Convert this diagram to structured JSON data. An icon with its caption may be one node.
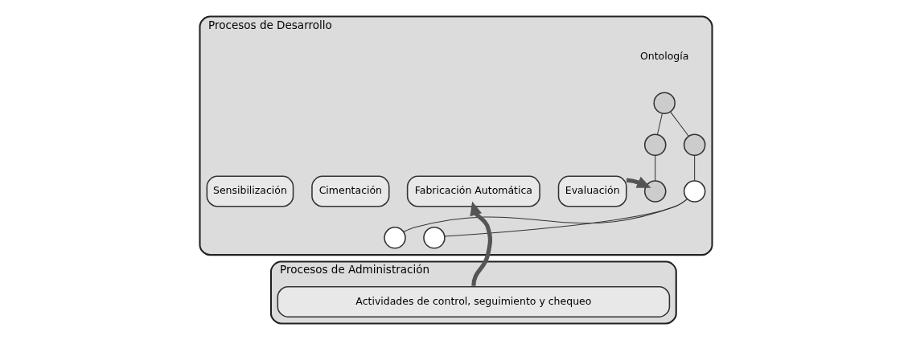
{
  "diagram": {
    "nodes": [
      {
        "text": [
          "Procesos de Desarrollo"
        ]
      },
      {
        "text": [
          "Sensibilización"
        ],
        "in": 0
      },
      {
        "text": [
          "Cimentación"
        ],
        "in": 0
      },
      {
        "text": [
          "Fabricación Automática"
        ],
        "in": 0
      },
      {
        "text": [
          "Evaluación"
        ],
        "in": 0
      },
      {
        "text": [],
        "shape": "circle",
        "in": 0
      },
      {
        "text": [],
        "shape": "circle",
        "in": 0
      },
      {
        "text": [],
        "shape": "circle",
        "in": 0
      },
      {
        "text": [],
        "shape": "circle",
        "in": 0
      },
      {
        "text": [],
        "shape": "circle",
        "in": 0
      },
      {
        "text": [],
        "shape": "circle",
        "in": 0
      },
      {
        "text": [],
        "shape": "circle",
        "in": 0
      },
      {
        "text": [
          "Procesos de Administración"
        ]
      },
      {
        "text": [
          "Actividades de control, seguimiento y chequeo"
        ],
        "in": 12
      }
    ],
    "edges": [
      {
        "from": 4,
        "to": 8,
        "arrow": "to",
        "style": "thick"
      },
      {
        "from": 5,
        "to": 6,
        "arrow": "none"
      },
      {
        "from": 5,
        "to": 7,
        "arrow": "none"
      },
      {
        "from": 6,
        "to": 8,
        "arrow": "none"
      },
      {
        "from": 7,
        "to": 9,
        "arrow": "none"
      },
      {
        "from": 9,
        "to": 10,
        "arrow": "none"
      },
      {
        "from": 9,
        "to": 11,
        "arrow": "none"
      },
      {
        "from": 13,
        "to": 3,
        "arrow": "to",
        "style": "thick"
      }
    ],
    "labels": [
      "Ontología"
    ]
  }
}
